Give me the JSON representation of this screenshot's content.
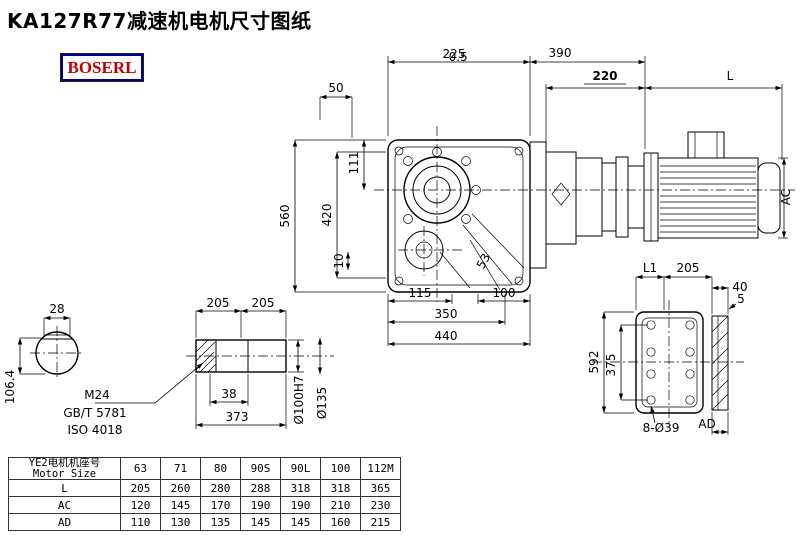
{
  "page": {
    "title": "KA127R77减速机电机尺寸图纸",
    "logo_text": "BOSERL"
  },
  "dims": {
    "w225": "225",
    "w225_tol": "-0.5",
    "w390": "390",
    "w220": "220",
    "motor_len": "L",
    "w50": "50",
    "h560": "560",
    "h420": "420",
    "h111": "111",
    "h10": "10",
    "b115": "115",
    "b53": "53",
    "b100": "100",
    "b350": "350",
    "b440": "440",
    "ac": "AC",
    "key28": "28",
    "h106_4": "106.4",
    "s205a": "205",
    "s205b": "205",
    "m24": "M24",
    "gbt5781": "GB/T 5781",
    "iso4018": "ISO 4018",
    "s38": "38",
    "s373": "373",
    "bore": "Ø100H7",
    "d135": "Ø135",
    "l1": "L1",
    "f205": "205",
    "f40": "40",
    "f5": "5",
    "f592": "592",
    "f375": "375",
    "holes": "8-Ø39",
    "ad": "AD"
  },
  "table": {
    "header_cn": "YE2电机机座号",
    "header_en": "Motor Size",
    "sizes": [
      "63",
      "71",
      "80",
      "90S",
      "90L",
      "100",
      "112M"
    ],
    "rows": [
      {
        "label": "L",
        "values": [
          "205",
          "260",
          "280",
          "288",
          "318",
          "318",
          "365"
        ]
      },
      {
        "label": "AC",
        "values": [
          "120",
          "145",
          "170",
          "190",
          "190",
          "210",
          "230"
        ]
      },
      {
        "label": "AD",
        "values": [
          "110",
          "130",
          "135",
          "145",
          "145",
          "160",
          "215"
        ]
      }
    ]
  }
}
